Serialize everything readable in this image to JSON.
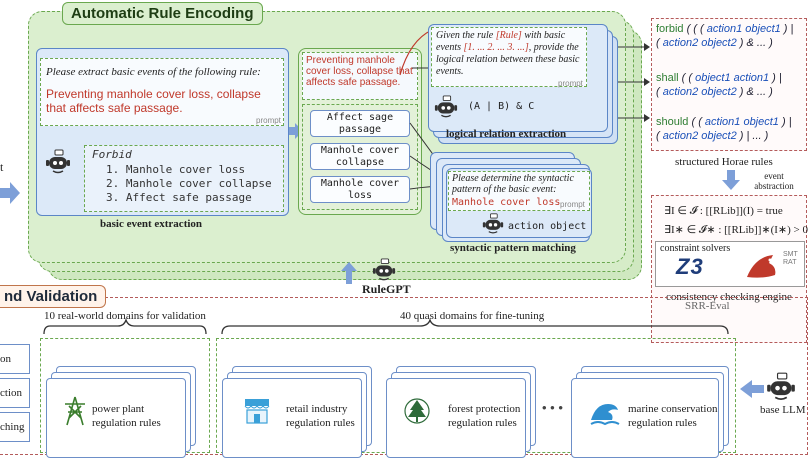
{
  "encoding": {
    "title": "Automatic Rule Encoding",
    "basic_event": {
      "instruction": "Please extract basic events of the following rule:",
      "rule_text": "Preventing manhole cover loss, collapse that affects safe passage.",
      "prompt_tag": "prompt",
      "output_head": "Forbid",
      "output_items": [
        "1. Manhole cover loss",
        "2. Manhole cover collapse",
        "3. Affect safe passage"
      ],
      "caption": "basic event extraction"
    },
    "middle": {
      "rule_text": "Preventing manhole cover loss, collapse that affects safe passage.",
      "events": [
        "Affect sage passage",
        "Manhole cover collapse",
        "Manhole cover loss"
      ]
    },
    "logical": {
      "prompt_pre": "Given the rule ",
      "prompt_rule": "[Rule]",
      "prompt_mid": " with basic events ",
      "prompt_events": "[1. ... 2. ... 3. ...]",
      "prompt_post": ", provide the logical relation between these basic events.",
      "prompt_tag": "prompt",
      "output": "(A | B) & C",
      "caption": "logical relation extraction"
    },
    "syntactic": {
      "prompt": "Please determine the syntactic pattern of the basic event:",
      "prompt_event": "Manhole cover loss",
      "prompt_tag": "prompt",
      "output": "action object",
      "caption": "syntactic pattern matching"
    },
    "model_name": "RuleGPT"
  },
  "horae": {
    "rules": [
      {
        "kw": "forbid",
        "open": " ( ( ( ",
        "a": "action1 object1",
        "mid": " ) | ",
        "line2a": "( ",
        "b": "action2 object2",
        "tail": " ) & ... )"
      },
      {
        "kw": "shall",
        "open": " ( ( ",
        "a": "object1 action1",
        "mid": " ) | ",
        "line2a": "( ",
        "b": "action2 object2",
        "tail": " ) & ... )"
      },
      {
        "kw": "should",
        "open": " ( ( ",
        "a": "action1 object1",
        "mid": " ) | ",
        "line2a": "( ",
        "b": "action2 object2",
        "tail": " ) | ... )"
      }
    ],
    "caption": "structured Horae rules",
    "arrow_label": "event abstraction"
  },
  "consistency": {
    "formula1": "∃I ∈ 𝓘 :   [[RLib]](I) = true",
    "formula2": "∃I∗ ∈ 𝓘∗ :   [[RLib]]∗(I∗) > 0",
    "solvers_label": "constraint solvers",
    "z3_label": "Z3",
    "smt_label": "SMT RAT",
    "caption": "consistency checking engine"
  },
  "validation": {
    "title": "nd Validation",
    "benchmark": "SRR-Eval",
    "left_items": [
      "on",
      "ction",
      "ching"
    ],
    "real_label": "10 real-world domains for validation",
    "quasi_label": "40 quasi domains for fine-tuning",
    "domains": [
      {
        "name": "power plant regulation rules",
        "line1": "power plant",
        "line2": "regulation rules"
      },
      {
        "name": "retail industry regulation rules",
        "line1": "retail industry",
        "line2": "regulation rules"
      },
      {
        "name": "forest protection regulation rules",
        "line1": "forest protection",
        "line2": "regulation rules"
      },
      {
        "name": "marine conservation regulation rules",
        "line1": "marine conservation",
        "line2": "regulation rules"
      }
    ],
    "ellipsis": "• • •",
    "base_llm": "base LLM"
  },
  "colors": {
    "green_bg": "#dbefcf",
    "green_border": "#6aa84f",
    "blue_card": "#dce9f8",
    "red": "#c0392b",
    "arrow": "#7d9fd8"
  },
  "left_cut": {
    "c1": "t"
  }
}
